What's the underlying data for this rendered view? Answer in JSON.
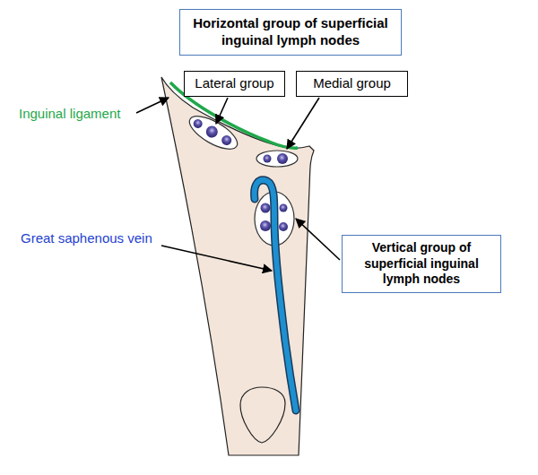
{
  "diagram": {
    "nodes": [
      {
        "text": [
          "Horizontal group of superficial inguinal lymph nodes"
        ]
      },
      {
        "text": [
          "Lateral group"
        ]
      },
      {
        "text": [
          "Medial group"
        ]
      },
      {
        "text": [
          "Vertical group of superficial inguinal lymph nodes"
        ]
      }
    ],
    "labels": [
      "Inguinal ligament",
      "Great saphenous vein"
    ]
  }
}
